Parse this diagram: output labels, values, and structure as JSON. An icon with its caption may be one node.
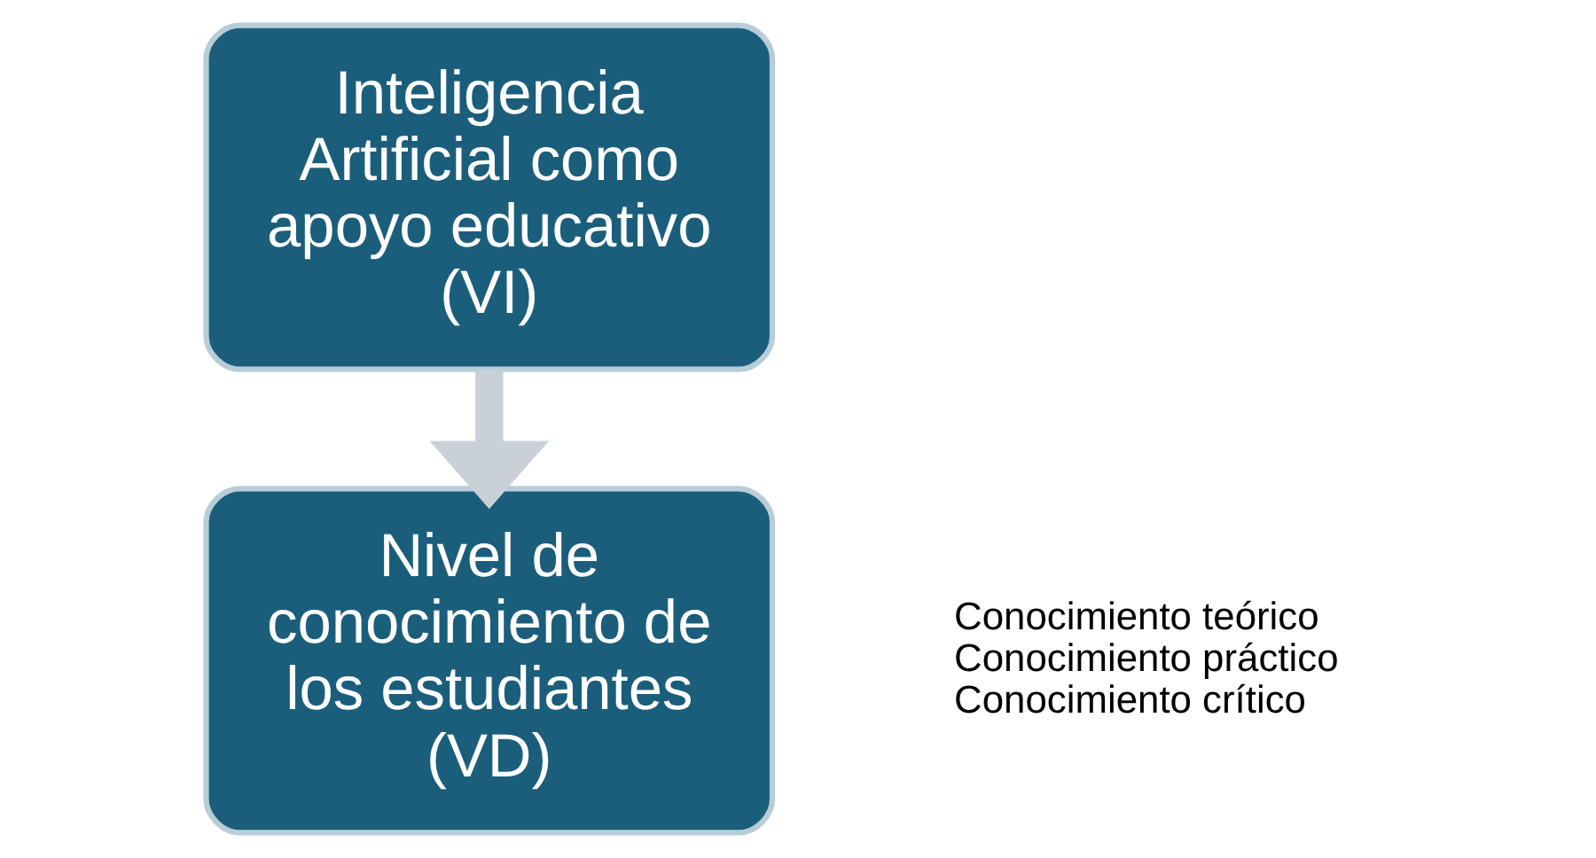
{
  "diagram": {
    "nodes": [
      {
        "text": [
          "Inteligencia Artificial como apoyo educativo (VI)"
        ]
      },
      {
        "text": [
          "Nivel de conocimiento de los estudiantes (VD)"
        ],
        "beside": [
          "Conocimiento teórico",
          "Conocimiento práctico",
          "Conocimiento crítico"
        ]
      }
    ],
    "edges": [
      {
        "from": 0,
        "to": 1,
        "arrow": "to"
      }
    ]
  }
}
